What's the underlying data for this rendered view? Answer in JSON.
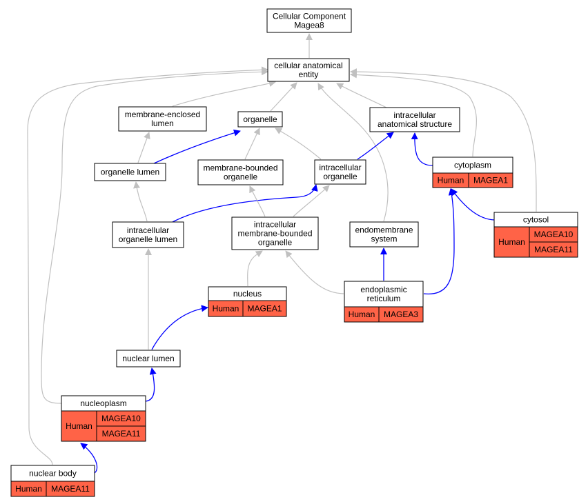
{
  "colors": {
    "gray_edge": "#c0c0c0",
    "blue_edge": "#0000ff",
    "annotation_fill": "#ff6347",
    "box_stroke": "#000000",
    "box_fill": "#ffffff"
  },
  "nodes": [
    {
      "id": "root",
      "lines": [
        "Cellular Component",
        "Magea8"
      ]
    },
    {
      "id": "cae",
      "lines": [
        "cellular anatomical",
        "entity"
      ]
    },
    {
      "id": "mel",
      "lines": [
        "membrane-enclosed",
        "lumen"
      ]
    },
    {
      "id": "organelle",
      "lines": [
        "organelle"
      ]
    },
    {
      "id": "ias",
      "lines": [
        "intracellular",
        "anatomical structure"
      ]
    },
    {
      "id": "olumen",
      "lines": [
        "organelle lumen"
      ]
    },
    {
      "id": "mbo",
      "lines": [
        "membrane-bounded",
        "organelle"
      ]
    },
    {
      "id": "io",
      "lines": [
        "intracellular",
        "organelle"
      ]
    },
    {
      "id": "cytoplasm",
      "lines": [
        "cytoplasm"
      ],
      "annotation": {
        "species": "Human",
        "genes": [
          "MAGEA1"
        ]
      }
    },
    {
      "id": "iol",
      "lines": [
        "intracellular",
        "organelle lumen"
      ]
    },
    {
      "id": "imbo",
      "lines": [
        "intracellular",
        "membrane-bounded",
        "organelle"
      ]
    },
    {
      "id": "endo",
      "lines": [
        "endomembrane",
        "system"
      ]
    },
    {
      "id": "cytosol",
      "lines": [
        "cytosol"
      ],
      "annotation": {
        "species": "Human",
        "genes": [
          "MAGEA10",
          "MAGEA11"
        ]
      }
    },
    {
      "id": "nucleus",
      "lines": [
        "nucleus"
      ],
      "annotation": {
        "species": "Human",
        "genes": [
          "MAGEA1"
        ]
      }
    },
    {
      "id": "er",
      "lines": [
        "endoplasmic",
        "reticulum"
      ],
      "annotation": {
        "species": "Human",
        "genes": [
          "MAGEA3"
        ]
      }
    },
    {
      "id": "nlumen",
      "lines": [
        "nuclear lumen"
      ]
    },
    {
      "id": "nucleoplasm",
      "lines": [
        "nucleoplasm"
      ],
      "annotation": {
        "species": "Human",
        "genes": [
          "MAGEA10",
          "MAGEA11"
        ]
      }
    },
    {
      "id": "nbody",
      "lines": [
        "nuclear body"
      ],
      "annotation": {
        "species": "Human",
        "genes": [
          "MAGEA11"
        ]
      }
    }
  ],
  "edges": [
    {
      "from": "cae",
      "to": "root",
      "kind": "gray"
    },
    {
      "from": "mel",
      "to": "cae",
      "kind": "gray"
    },
    {
      "from": "organelle",
      "to": "cae",
      "kind": "gray"
    },
    {
      "from": "ias",
      "to": "cae",
      "kind": "gray"
    },
    {
      "from": "cytoplasm",
      "to": "cae",
      "kind": "gray"
    },
    {
      "from": "cytosol",
      "to": "cae",
      "kind": "gray"
    },
    {
      "from": "endo",
      "to": "cae",
      "kind": "gray"
    },
    {
      "from": "nucleoplasm",
      "to": "cae",
      "kind": "gray"
    },
    {
      "from": "nbody",
      "to": "cae",
      "kind": "gray"
    },
    {
      "from": "olumen",
      "to": "mel",
      "kind": "gray"
    },
    {
      "from": "olumen",
      "to": "organelle",
      "kind": "blue"
    },
    {
      "from": "mbo",
      "to": "organelle",
      "kind": "gray"
    },
    {
      "from": "io",
      "to": "organelle",
      "kind": "gray"
    },
    {
      "from": "io",
      "to": "ias",
      "kind": "blue"
    },
    {
      "from": "cytoplasm",
      "to": "ias",
      "kind": "blue"
    },
    {
      "from": "iol",
      "to": "olumen",
      "kind": "gray"
    },
    {
      "from": "iol",
      "to": "io",
      "kind": "blue"
    },
    {
      "from": "imbo",
      "to": "mbo",
      "kind": "gray"
    },
    {
      "from": "imbo",
      "to": "io",
      "kind": "gray"
    },
    {
      "from": "nucleus",
      "to": "imbo",
      "kind": "gray"
    },
    {
      "from": "er",
      "to": "imbo",
      "kind": "gray"
    },
    {
      "from": "er",
      "to": "endo",
      "kind": "blue"
    },
    {
      "from": "er",
      "to": "cytoplasm",
      "kind": "blue"
    },
    {
      "from": "cytosol",
      "to": "cytoplasm",
      "kind": "blue"
    },
    {
      "from": "nlumen",
      "to": "iol",
      "kind": "gray"
    },
    {
      "from": "nlumen",
      "to": "nucleus",
      "kind": "blue"
    },
    {
      "from": "nucleoplasm",
      "to": "nlumen",
      "kind": "blue"
    },
    {
      "from": "nbody",
      "to": "nucleoplasm",
      "kind": "blue"
    }
  ]
}
